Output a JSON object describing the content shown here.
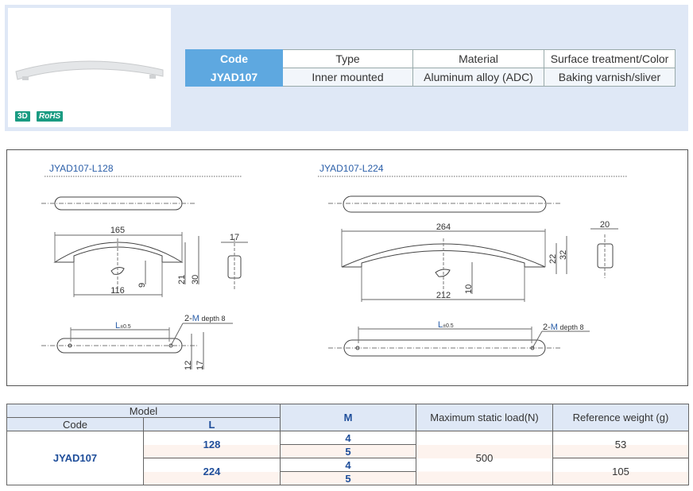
{
  "product": {
    "badges": [
      "3D",
      "RoHS"
    ]
  },
  "spec_table": {
    "headers": [
      "Code",
      "Type",
      "Material",
      "Surface treatment/Color"
    ],
    "row": [
      "JYAD107",
      "Inner mounted",
      "Aluminum alloy (ADC)",
      "Baking varnish/sliver"
    ]
  },
  "drawings": {
    "l128": {
      "title": "JYAD107-L128",
      "overall_length": "165",
      "base_length": "116",
      "height_inner": "21",
      "height_total": "30",
      "hole_offset": "9",
      "width": "17",
      "L_label": "L",
      "tolerance": "±0.5",
      "hole_note_prefix": "2-",
      "hole_note_m": "M",
      "hole_note_suffix": " depth  8",
      "hole_width": "12",
      "side_width": "17"
    },
    "l224": {
      "title": "JYAD107-L224",
      "overall_length": "264",
      "base_length": "212",
      "height_inner": "22",
      "height_total": "32",
      "hole_offset": "10",
      "width": "20",
      "L_label": "L",
      "tolerance": "±0.5",
      "hole_note_prefix": "2-",
      "hole_note_m": "M",
      "hole_note_suffix": " depth  8"
    }
  },
  "model_table": {
    "headers": {
      "model": "Model",
      "code": "Code",
      "l": "L",
      "m": "M",
      "load": "Maximum static load(N)",
      "weight": "Reference weight (g)"
    },
    "code": "JYAD107",
    "rows": [
      {
        "l": "128",
        "m": [
          "4",
          "5"
        ],
        "weight": "53"
      },
      {
        "l": "224",
        "m": [
          "4",
          "5"
        ],
        "weight": "105"
      }
    ],
    "load": "500"
  },
  "colors": {
    "accent": "#5ea8e0",
    "header_bg": "#dfe8f6",
    "badge": "#1a9b82",
    "blue_text": "#1f4e9a"
  }
}
